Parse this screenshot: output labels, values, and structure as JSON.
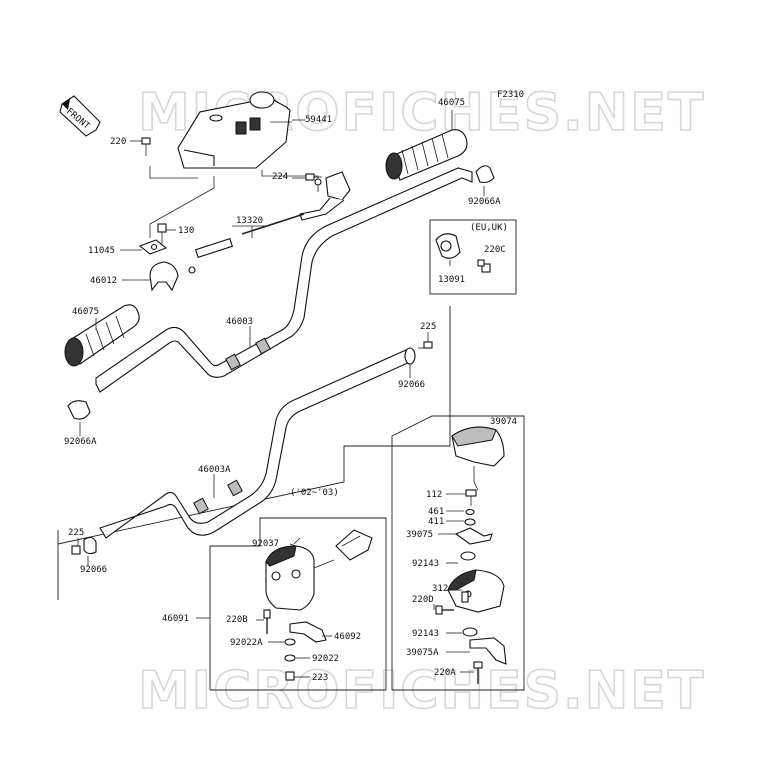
{
  "diagram_code": "F2310",
  "watermark": "MICROFICHES.NET",
  "front_label": "FRONT",
  "variant_box_1": "(EU,UK)",
  "variant_box_2": "('02~'03)",
  "parts": {
    "p220_top": "220",
    "p59441": "59441",
    "p46075_right": "46075",
    "p224": "224",
    "p92066A_right": "92066A",
    "p130": "130",
    "p13320": "13320",
    "p11045": "11045",
    "p46012": "46012",
    "p220C": "220C",
    "p13091": "13091",
    "p46075_left": "46075",
    "p46003": "46003",
    "p225_top": "225",
    "p92066_top": "92066",
    "p92066A_left": "92066A",
    "p39074": "39074",
    "p46003A": "46003A",
    "p112": "112",
    "p461": "461",
    "p411": "411",
    "p39075": "39075",
    "p225_bottom": "225",
    "p92066_bottom": "92066",
    "p92037": "92037",
    "p92143_top": "92143",
    "p312": "312",
    "p220D": "220D",
    "p46091": "46091",
    "p220B": "220B",
    "p46092": "46092",
    "p92143_bottom": "92143",
    "p92022A": "92022A",
    "p39075A": "39075A",
    "p92022": "92022",
    "p220A": "220A",
    "p223": "223"
  }
}
